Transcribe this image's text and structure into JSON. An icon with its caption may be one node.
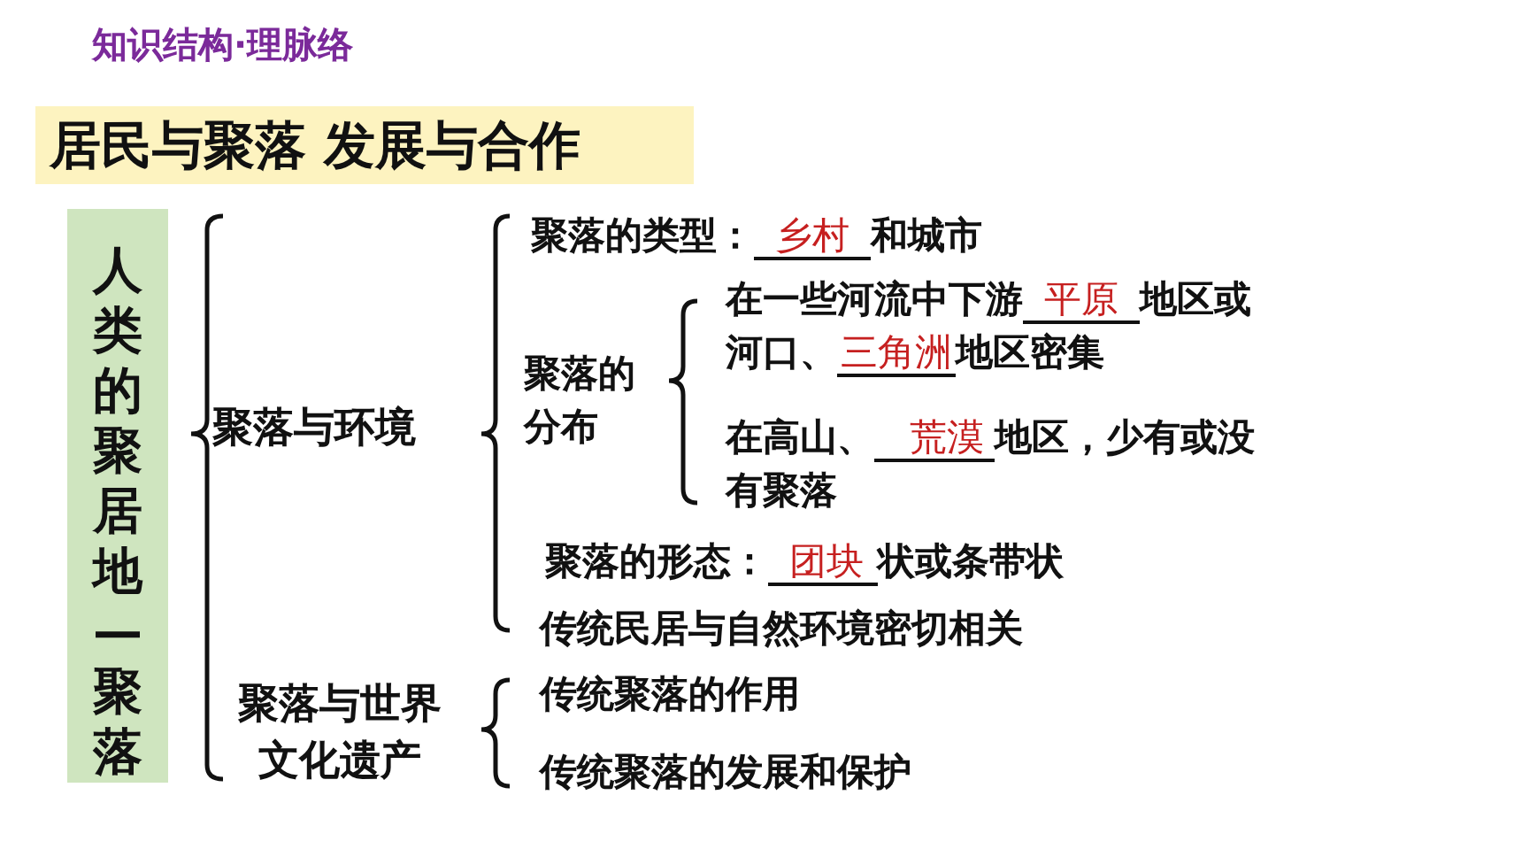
{
  "diagram": {
    "title": "知识结构·理脉络",
    "nodes": [
      {
        "text": [
          "居民与聚落 发展与合作"
        ]
      },
      {
        "text": [
          "人类的聚居地—聚落"
        ]
      }
    ],
    "labels": [
      "聚落与环境",
      "聚落的类型：",
      "乡村",
      "和城市",
      "聚落的分布",
      "在一些河流中下游",
      "平原",
      "地区或河口、",
      "三角洲",
      "地区密集",
      "在高山、",
      "荒漠",
      "地区，少有或没有聚落",
      "聚落的形态：",
      "团块",
      "状或条带状",
      "传统民居与自然环境密切相关",
      "聚落与世界文化遗产",
      "传统聚落的作用",
      "传统聚落的发展和保护"
    ]
  }
}
